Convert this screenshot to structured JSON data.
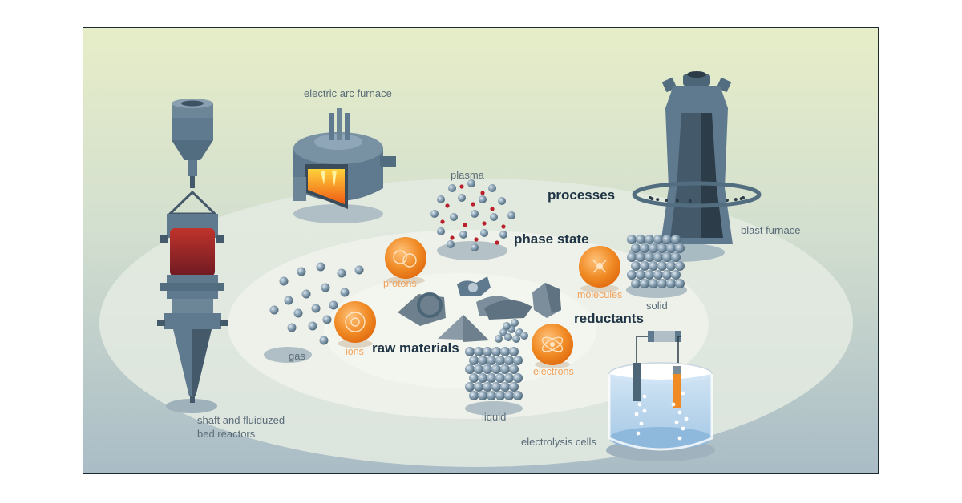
{
  "labels": {
    "electric_arc_furnace": "electric arc furnace",
    "plasma": "plasma",
    "processes": "processes",
    "blast_furnace": "blast furnace",
    "phase_state": "phase state",
    "protons": "protons",
    "molecules": "molecules",
    "solid": "solid",
    "reductants": "reductants",
    "gas": "gas",
    "ions": "ions",
    "raw_materials": "raw materials",
    "electrons": "electrons",
    "liquid": "liquid",
    "shaft_line1": "shaft and fluiduzed",
    "shaft_line2": "bed reactors",
    "electrolysis_cells": "electrolysis cells"
  },
  "colors": {
    "steel": "#5f7a8e",
    "steel_dark": "#445a6b",
    "orange": "#f08a24",
    "bg_top": "#e6edc8",
    "bg_bottom": "#a9bcc6"
  }
}
